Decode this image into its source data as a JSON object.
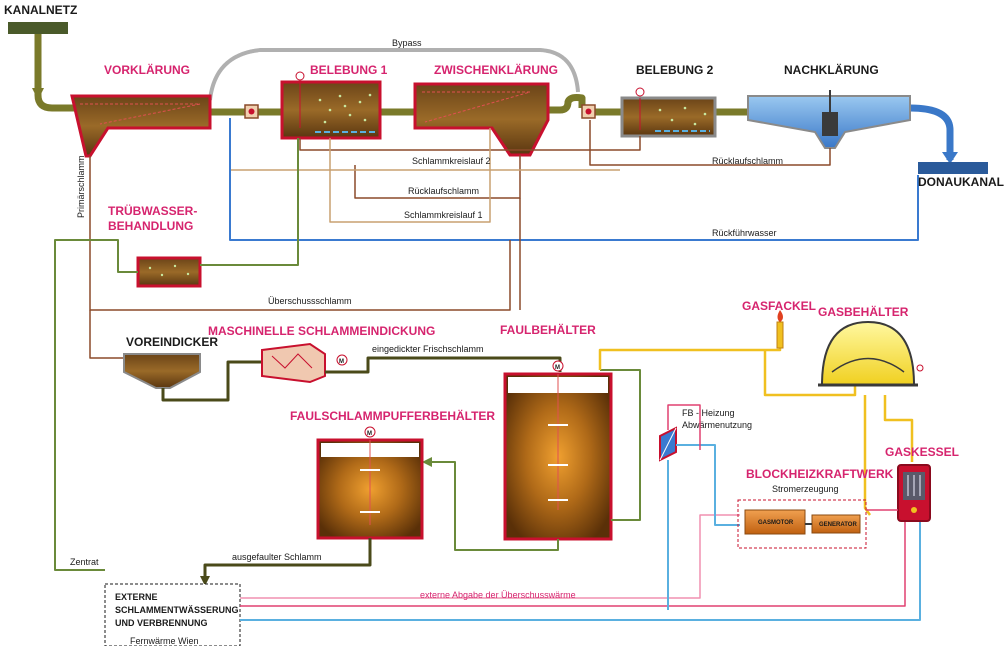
{
  "labels": {
    "kanalnetz": "KANALNETZ",
    "vorklaerung": "VORKLÄRUNG",
    "bypass": "Bypass",
    "belebung1": "BELEBUNG 1",
    "zwischenklaerung": "ZWISCHENKLÄRUNG",
    "belebung2": "BELEBUNG 2",
    "nachklaerung": "NACHKLÄRUNG",
    "donaukanal": "DONAUKANAL",
    "primaerschlamm": "Primärschlamm",
    "schlammkreislauf2": "Schlammkreislauf 2",
    "ruecklaufschlamm_right": "Rücklaufschlamm",
    "ruecklaufschlamm_mid": "Rücklaufschlamm",
    "schlammkreislauf1": "Schlammkreislauf 1",
    "trueb_line1": "TRÜBWASSER-",
    "trueb_line2": "BEHANDLUNG",
    "rueckfuehrwasser": "Rückführwasser",
    "ueberschussschlamm": "Überschussschlamm",
    "voreindicker": "VOREINDICKER",
    "maschinelle": "MASCHINELLE SCHLAMMEINDICKUNG",
    "frischschlamm": "eingedickter Frischschlamm",
    "faulbehaelter": "FAULBEHÄLTER",
    "gasfackel": "GASFACKEL",
    "gasbehaelter": "GASBEHÄLTER",
    "faulschlammpuffer": "FAULSCHLAMMPUFFERBEHÄLTER",
    "fb_heizung_1": "FB - Heizung",
    "fb_heizung_2": "Abwärmenutzung",
    "gaskessel": "GASKESSEL",
    "bhkw": "BLOCKHEIZKRAFTWERK",
    "stromerzeugung": "Stromerzeugung",
    "gasmotor": "GASMOTOR",
    "generator": "GENERATOR",
    "zentrat": "Zentrat",
    "ausgefaulter": "ausgefaulter Schlamm",
    "externe_1": "EXTERNE",
    "externe_2": "SCHLAMMENTWÄSSERUNG",
    "externe_3": "UND VERBRENNUNG",
    "externe_abgabe": "externe Abgabe der Überschusswärme",
    "fernwaerme": "Fernwärme Wien",
    "motor_symbol": "M"
  },
  "colors": {
    "accent_red": "#d6246e",
    "tank_wall": "#c8102e",
    "sludge": "#8a5a20",
    "water_blue": "#3a7ad0",
    "gas_yellow": "#f0c020"
  }
}
